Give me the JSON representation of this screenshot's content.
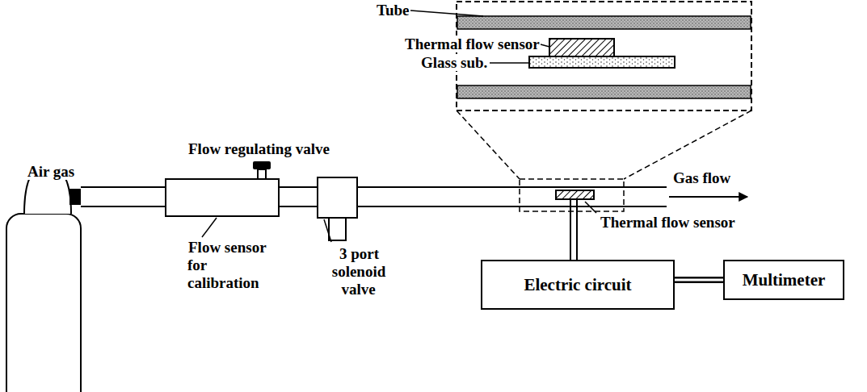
{
  "diagram": {
    "nodes": [
      {
        "text": [
          "Electric circuit"
        ]
      },
      {
        "text": [
          "Multimeter"
        ]
      }
    ],
    "edges": [
      {
        "from": 0,
        "to": 1,
        "arrow": "none"
      }
    ],
    "labels": [
      "Tube",
      "Thermal flow sensor",
      "Glass sub.",
      "Flow regulating valve",
      "Air gas",
      "Gas flow",
      "Thermal flow sensor",
      "Flow sensor for calibration",
      "3 port solenoid valve"
    ]
  }
}
